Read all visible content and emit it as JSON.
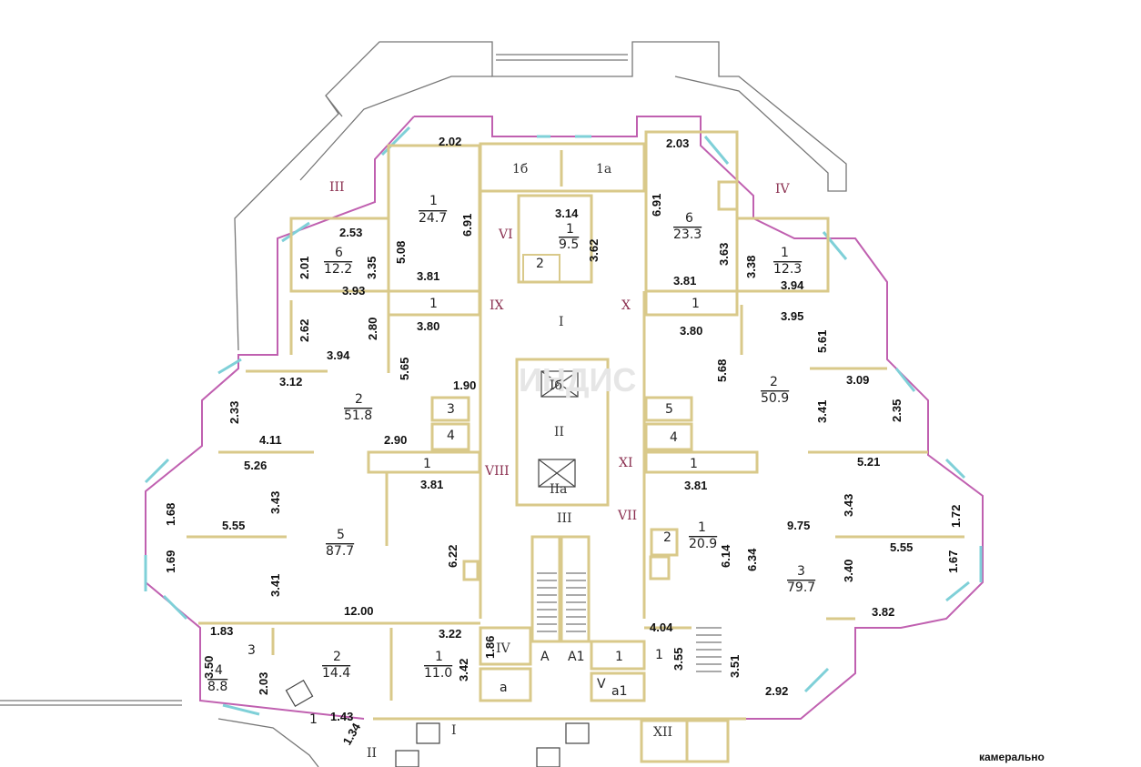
{
  "plan": {
    "rooms": [
      {
        "id": "r-1-24",
        "num": "1",
        "area": "24.7"
      },
      {
        "id": "r-6-12",
        "num": "6",
        "area": "12.2"
      },
      {
        "id": "r-1-9",
        "num": "1",
        "area": "9.5"
      },
      {
        "id": "r-6-23",
        "num": "6",
        "area": "23.3"
      },
      {
        "id": "r-1-12",
        "num": "1",
        "area": "12.3"
      },
      {
        "id": "r-2-51",
        "num": "2",
        "area": "51.8"
      },
      {
        "id": "r-2-50",
        "num": "2",
        "area": "50.9"
      },
      {
        "id": "r-5-87",
        "num": "5",
        "area": "87.7"
      },
      {
        "id": "r-1-20",
        "num": "1",
        "area": "20.9"
      },
      {
        "id": "r-3-79",
        "num": "3",
        "area": "79.7"
      },
      {
        "id": "r-2-14",
        "num": "2",
        "area": "14.4"
      },
      {
        "id": "r-1-11",
        "num": "1",
        "area": "11.0"
      },
      {
        "id": "r-4-8",
        "num": "4",
        "area": "8.8"
      }
    ],
    "room_labels": [
      "1",
      "1",
      "1",
      "1",
      "1",
      "1",
      "1",
      "2",
      "2",
      "3",
      "3",
      "4",
      "4",
      "5",
      "1б",
      "1а",
      "Iб",
      "IIа",
      "II",
      "A",
      "A1",
      "a",
      "a1",
      "V"
    ],
    "sections": [
      "III",
      "IV",
      "VI",
      "IX",
      "X",
      "I",
      "VIII",
      "XI",
      "III",
      "VII",
      "IV",
      "I",
      "II",
      "XII"
    ],
    "dimensions": [
      "2.02",
      "2.03",
      "3.14",
      "6.91",
      "6.91",
      "2.53",
      "5.08",
      "3.62",
      "3.63",
      "3.38",
      "2.01",
      "3.35",
      "3.81",
      "3.81",
      "3.94",
      "3.93",
      "3.80",
      "3.80",
      "3.95",
      "2.62",
      "2.80",
      "3.94",
      "5.65",
      "5.68",
      "5.61",
      "3.12",
      "1.90",
      "3.09",
      "2.33",
      "2.35",
      "3.41",
      "4.11",
      "2.90",
      "5.26",
      "5.21",
      "3.81",
      "3.81",
      "3.43",
      "3.43",
      "1.68",
      "1.72",
      "5.55",
      "9.75",
      "5.55",
      "1.69",
      "6.22",
      "6.14",
      "6.34",
      "3.40",
      "1.67",
      "3.41",
      "12.00",
      "3.82",
      "1.83",
      "3.22",
      "4.04",
      "1.86",
      "3.50",
      "3.42",
      "3.55",
      "3.51",
      "2.03",
      "2.92",
      "1.43",
      "1.34"
    ],
    "watermark": "ИНДИС",
    "corner_note": "камерально"
  },
  "colors": {
    "exterior": "#c060b0",
    "interior": "#d9c98a",
    "window": "#7fd0d8",
    "section_numeral": "#8b3050"
  }
}
